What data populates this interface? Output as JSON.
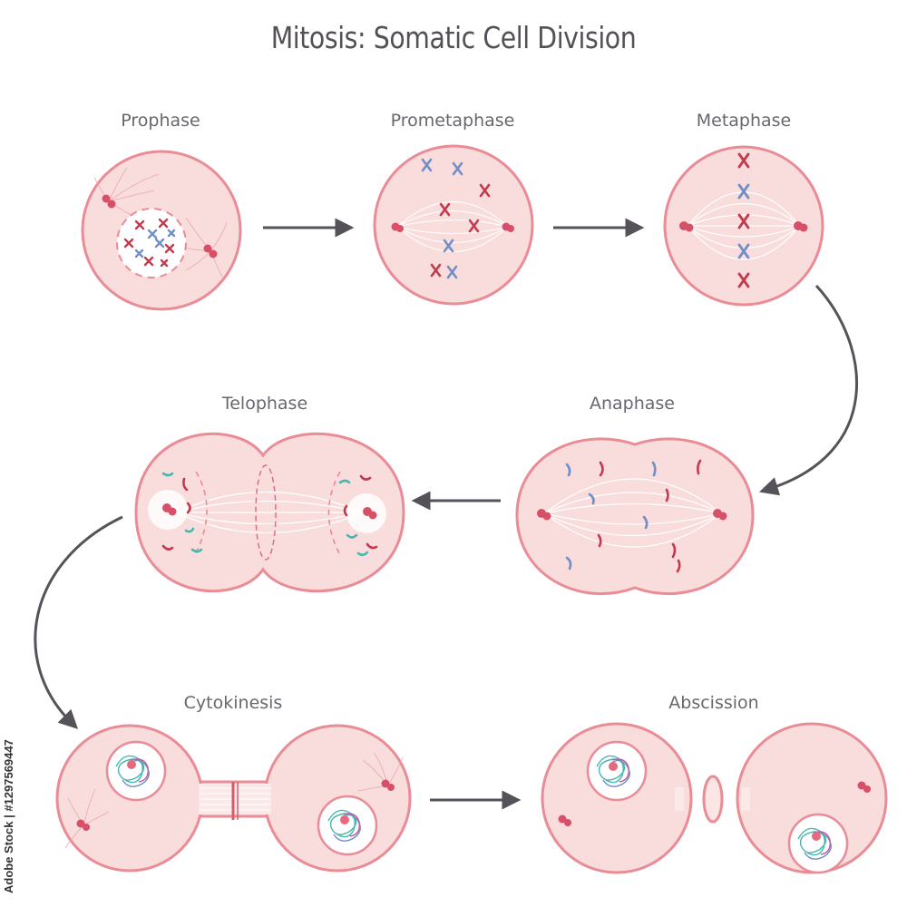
{
  "title": "Mitosis: Somatic Cell Division",
  "stages": {
    "prophase": "Prophase",
    "prometaphase": "Prometaphase",
    "metaphase": "Metaphase",
    "anaphase": "Anaphase",
    "telophase": "Telophase",
    "cytokinesis": "Cytokinesis",
    "abscission": "Abscission"
  },
  "watermark_side": "Adobe Stock | #1297569447",
  "colors": {
    "membrane": "#e98c95",
    "cytoplasm": "#f9dcdc",
    "chromosome_red": "#c43a4d",
    "chromosome_blue": "#6f8fc9",
    "chromosome_teal": "#49b7b0",
    "arrow": "#55525a",
    "centrosome": "#d85068"
  }
}
